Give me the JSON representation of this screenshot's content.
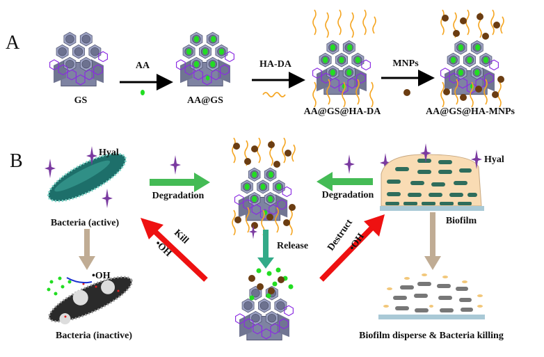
{
  "panel_a": {
    "label": "A",
    "stages": [
      "GS",
      "AA@GS",
      "AA@GS@HA-DA",
      "AA@GS@HA-MNPs"
    ],
    "steps": [
      "AA",
      "HA-DA",
      "MNPs"
    ]
  },
  "panel_b": {
    "label": "B",
    "hyal_left": "Hyal",
    "hyal_right": "Hyal",
    "bacteria_active": "Bacteria (active)",
    "bacteria_inactive": "Bacteria (inactive)",
    "oh_bacteria": "•OH",
    "degradation_left": "Degradation",
    "degradation_right": "Degradation",
    "release": "Release",
    "kill": "Kill",
    "kill_oh": "•OH",
    "destruct": "Destruct",
    "destruct_oh": "•OH",
    "biofilm": "Biofilm",
    "biofilm_disperse": "Biofilm disperse & Bacteria killing"
  },
  "colors": {
    "scaffold": "#8a90b0",
    "graphene": "#8a2be2",
    "aa": "#22dd22",
    "ha": "#f5a623",
    "mnp": "#6b3d12",
    "red_arrow": "#ee1111",
    "green_arrow": "#44bb55",
    "tan_arrow": "#c0ac94"
  }
}
